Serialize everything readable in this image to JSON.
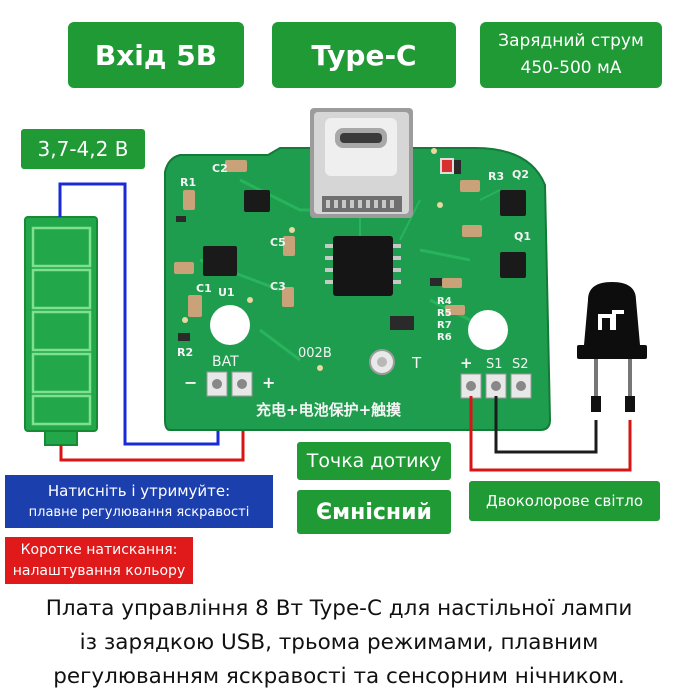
{
  "badges": {
    "input_5v": "Вхід 5В",
    "type_c": "Type-C",
    "charge_current_line1": "Зарядний струм",
    "charge_current_line2": "450-500 мА",
    "battery_voltage": "3,7-4,2 В",
    "touch_point": "Точка дотику",
    "capacitive": "Ємнісний",
    "bicolor_light": "Двоколорове світло",
    "hold_title": "Натисніть і утримуйте:",
    "hold_desc": "плавне регулювання яскравості",
    "short_title": "Коротке натискання:",
    "short_desc": "налаштування кольору"
  },
  "board": {
    "model": "002B",
    "silkscreen_cn": "充电+电池保护+触摸",
    "bat_label": "BAT",
    "minus": "−",
    "plus": "+",
    "t_label": "T",
    "s1": "S1",
    "s2": "S2",
    "labels": [
      "C2",
      "R1",
      "C5",
      "C3",
      "C1",
      "U1",
      "R2",
      "R3",
      "Q2",
      "Q1",
      "R4",
      "R5",
      "R7",
      "R6"
    ]
  },
  "caption": {
    "line1": "Плата управління 8 Вт Type-C для настільної лампи",
    "line2": "із зарядкою USB, трьома режимами, плавним",
    "line3": "регулюванням яскравості та сенсорним нічником."
  },
  "colors": {
    "badge_green": "#1f9a35",
    "pcb_green": "#1f9d4e",
    "blue_badge": "#1c3fae",
    "red_badge": "#e01a1a",
    "wire_blue": "#1a2bd6",
    "wire_red": "#d81414"
  }
}
